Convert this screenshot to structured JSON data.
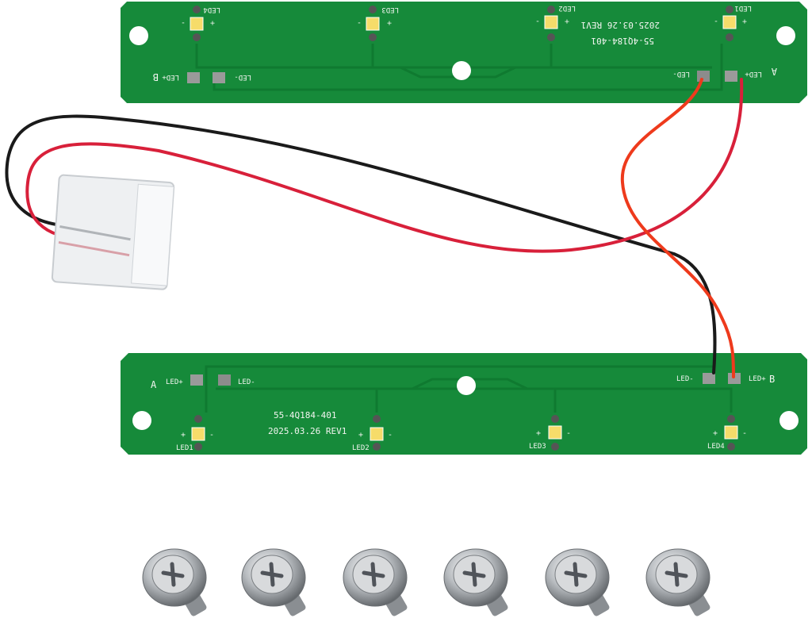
{
  "board": {
    "part_number": "55-4Q184-401",
    "revision": "2025.03.26 REV1",
    "end_a": "A",
    "end_b": "B",
    "pad_plus": "LED+",
    "pad_minus": "LED-",
    "plus": "+",
    "minus": "-",
    "leds": [
      "LED1",
      "LED2",
      "LED3",
      "LED4"
    ]
  },
  "colors": {
    "pcb": "#168a3a",
    "red_wire": "#d8203a",
    "orange_wire": "#ee3a1c",
    "black_wire": "#1a1a1a",
    "led": "#f6dc6a"
  },
  "screw_count": 6
}
